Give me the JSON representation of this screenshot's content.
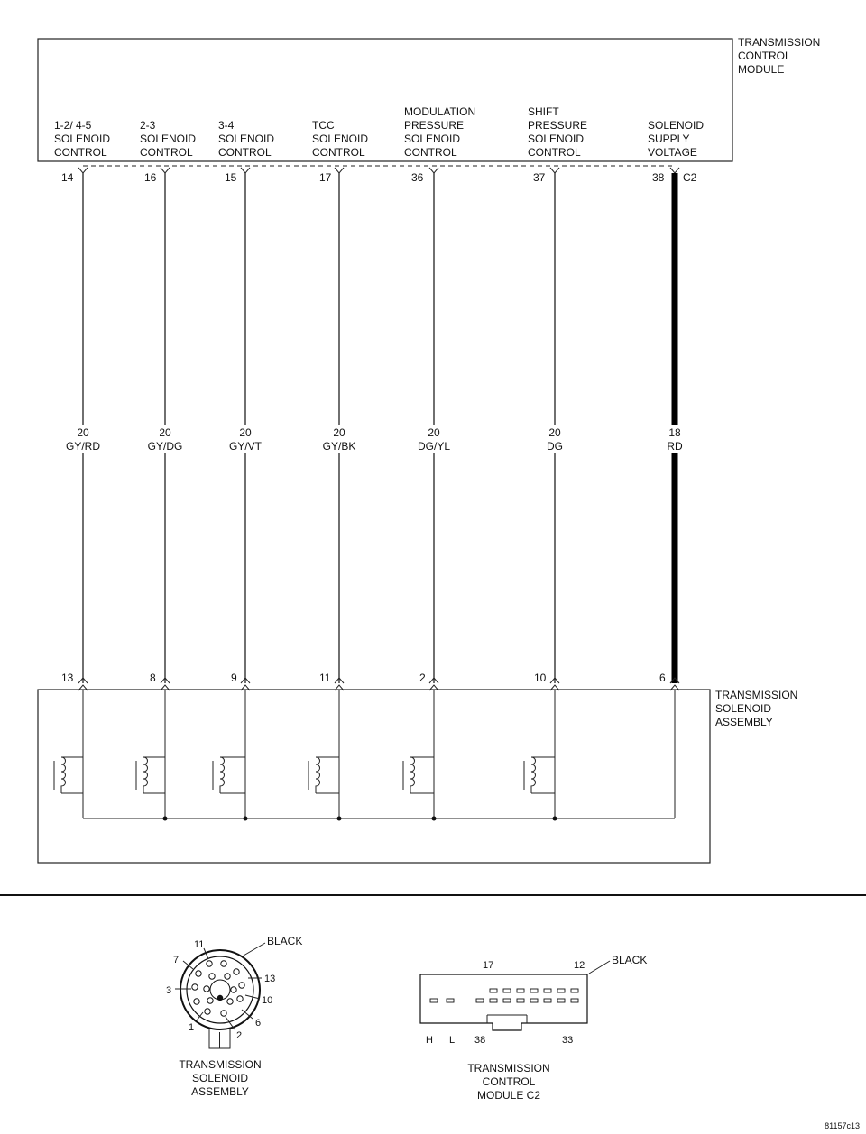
{
  "tcm": {
    "title_lines": [
      "TRANSMISSION",
      "CONTROL",
      "MODULE"
    ],
    "connector_label": "C2"
  },
  "circuits": [
    {
      "label": [
        "1-2/ 4-5",
        "SOLENOID",
        "CONTROL"
      ],
      "tcm_pin": "14",
      "gauge": "20",
      "color": "GY/RD",
      "sol_pin": "13"
    },
    {
      "label": [
        "2-3",
        "SOLENOID",
        "CONTROL"
      ],
      "tcm_pin": "16",
      "gauge": "20",
      "color": "GY/DG",
      "sol_pin": "8"
    },
    {
      "label": [
        "3-4",
        "SOLENOID",
        "CONTROL"
      ],
      "tcm_pin": "15",
      "gauge": "20",
      "color": "GY/VT",
      "sol_pin": "9"
    },
    {
      "label": [
        "TCC",
        "SOLENOID",
        "CONTROL"
      ],
      "tcm_pin": "17",
      "gauge": "20",
      "color": "GY/BK",
      "sol_pin": "11"
    },
    {
      "label": [
        "MODULATION",
        "PRESSURE",
        "SOLENOID",
        "CONTROL"
      ],
      "tcm_pin": "36",
      "gauge": "20",
      "color": "DG/YL",
      "sol_pin": "2"
    },
    {
      "label": [
        "SHIFT",
        "PRESSURE",
        "SOLENOID",
        "CONTROL"
      ],
      "tcm_pin": "37",
      "gauge": "20",
      "color": "DG",
      "sol_pin": "10"
    },
    {
      "label": [
        "SOLENOID",
        "SUPPLY",
        "VOLTAGE"
      ],
      "tcm_pin": "38",
      "gauge": "18",
      "color": "RD",
      "sol_pin": "6"
    }
  ],
  "solenoid_assembly": {
    "title_lines": [
      "TRANSMISSION",
      "SOLENOID",
      "ASSEMBLY"
    ]
  },
  "round_connector": {
    "color_label": "BLACK",
    "pin_labels": [
      "11",
      "7",
      "3",
      "1",
      "2",
      "6",
      "10",
      "13"
    ],
    "caption_lines": [
      "TRANSMISSION",
      "SOLENOID",
      "ASSEMBLY"
    ]
  },
  "tcm_connector": {
    "color_label": "BLACK",
    "pin_labels": [
      "17",
      "12",
      "H",
      "L",
      "38",
      "33"
    ],
    "caption_lines": [
      "TRANSMISSION",
      "CONTROL",
      "MODULE C2"
    ]
  },
  "figure_id": "81157c13"
}
